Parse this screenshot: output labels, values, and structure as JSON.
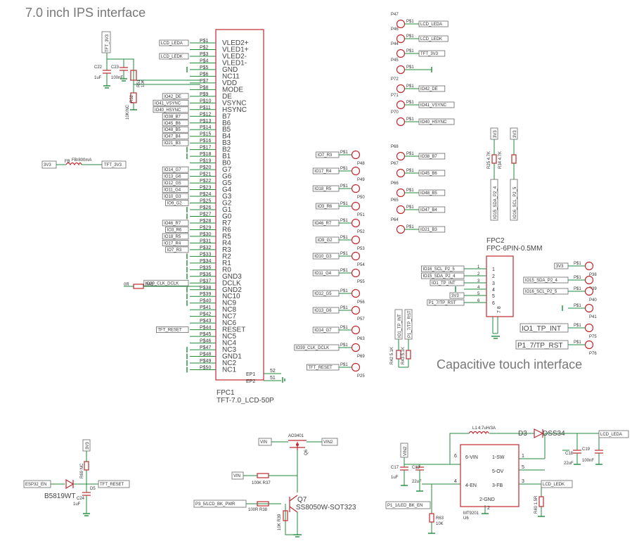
{
  "titles": {
    "ips": "7.0 inch IPS interface",
    "touch": "Capacitive touch interface"
  },
  "fpc1": {
    "ref": "FPC1",
    "value": "TFT-7.0_LCD-50P",
    "pins": [
      "VLED2+",
      "VLED1+",
      "VLED2-",
      "VLED1-",
      "GND",
      "NC11",
      "VDD",
      "MODE",
      "DE",
      "VSYNC",
      "HSYNC",
      "B7",
      "B6",
      "B5",
      "B4",
      "B3",
      "B2",
      "B1",
      "B0",
      "G7",
      "G6",
      "G5",
      "G4",
      "G3",
      "G2",
      "G1",
      "G0",
      "R7",
      "R6",
      "R5",
      "R4",
      "R3",
      "R2",
      "R1",
      "R0",
      "GND3",
      "DCLK",
      "GND2",
      "NC10",
      "NC9",
      "NC8",
      "NC7",
      "NC6",
      "RESET",
      "NC5",
      "NC4",
      "NC3",
      "GND1",
      "NC2",
      "NC1"
    ],
    "ep": [
      "EP1",
      "EP2"
    ],
    "ep_nums": [
      "52",
      "51"
    ],
    "pin_prefix": "P$"
  },
  "fpc1_nets": [
    {
      "pin": 1,
      "net": "LCD_LEDA"
    },
    {
      "pin": 3,
      "net": "LCD_LEDK"
    },
    {
      "pin": 9,
      "net": "IO42_DE"
    },
    {
      "pin": 10,
      "net": "IO41_VSYNC"
    },
    {
      "pin": 11,
      "net": "IO40_HSYNC"
    },
    {
      "pin": 12,
      "net": "IO38_B7"
    },
    {
      "pin": 13,
      "net": "IO45_B6"
    },
    {
      "pin": 14,
      "net": "IO48_B5"
    },
    {
      "pin": 15,
      "net": "IO47_B4"
    },
    {
      "pin": 16,
      "net": "IO21_B3"
    },
    {
      "pin": 20,
      "net": "IO14_G7"
    },
    {
      "pin": 21,
      "net": "IO13_G6"
    },
    {
      "pin": 22,
      "net": "IO12_G5"
    },
    {
      "pin": 23,
      "net": "IO11_G4"
    },
    {
      "pin": 24,
      "net": "IO10_G3"
    },
    {
      "pin": 25,
      "net": "IO9_G2"
    },
    {
      "pin": 28,
      "net": "IO46_R7"
    },
    {
      "pin": 29,
      "net": "IO3_R6"
    },
    {
      "pin": 30,
      "net": "IO18_R5"
    },
    {
      "pin": 31,
      "net": "IO17_R4"
    },
    {
      "pin": 32,
      "net": "IO7_R3"
    },
    {
      "pin": 37,
      "net": "IO39_CLK_DCLK"
    },
    {
      "pin": 44,
      "net": "TFT_RESET"
    }
  ],
  "left_power": {
    "tft3v3": "TFT_3V3",
    "c22": "C22",
    "c22_val": "1uF",
    "c23": "C23",
    "c23_val": "100nF",
    "r51": "R51",
    "r51_val": "10K",
    "r52": "R52",
    "r52_val": "10K/NC",
    "fb_net_in": "3V3",
    "fb_ref": "FB",
    "fb_val": "FB/800mA",
    "fb_net_out": "TFT_3V3",
    "dclk_r": "R41",
    "dclk_r_val": "0R"
  },
  "mid_tps": [
    {
      "net": "IO7_R3",
      "ref": "P48"
    },
    {
      "net": "IO17_R4",
      "ref": "P49"
    },
    {
      "net": "IO18_R5",
      "ref": "P50"
    },
    {
      "net": "IO3_R6",
      "ref": "P51"
    },
    {
      "net": "IO46_R7",
      "ref": "P52"
    },
    {
      "net": "IO9_G2",
      "ref": "P53"
    },
    {
      "net": "IO10_G3",
      "ref": "P54"
    },
    {
      "net": "IO11_G4",
      "ref": "P55"
    },
    {
      "net": "IO12_G5",
      "ref": "P56"
    },
    {
      "net": "IO13_G6",
      "ref": "P57"
    },
    {
      "net": "IO14_G7",
      "ref": "P63"
    },
    {
      "net": "IO39_CLK_DCLK",
      "ref": "P69"
    },
    {
      "net": "TFT_RESET",
      "ref": "P25"
    }
  ],
  "top_right_tps": [
    {
      "ref": "P47",
      "net": "LCD_LEDA"
    },
    {
      "ref": "P46",
      "net": "LCD_LEDK"
    },
    {
      "ref": "P44",
      "net": "TFT_3V3"
    },
    {
      "ref": "P45",
      "net": ""
    },
    {
      "ref": "P72",
      "net": "IO42_DE"
    },
    {
      "ref": "P71",
      "net": "IO41_VSYNC"
    },
    {
      "ref": "P70",
      "net": "IO40_HSYNC"
    },
    {
      "ref": "P68",
      "net": "IO38_B7"
    },
    {
      "ref": "P67",
      "net": "IO45_B6"
    },
    {
      "ref": "P66",
      "net": "IO48_B5"
    },
    {
      "ref": "P65",
      "net": "IO47_B4"
    },
    {
      "ref": "P64",
      "net": "IO21_B3"
    }
  ],
  "i2c_pullups": {
    "r25": "R25 4.7K",
    "r34": "R34 4.7K",
    "net_a": "3V3",
    "net_b": "3V3",
    "sda": "IO15_SDA_P2_4",
    "scl": "IO16_SCL_P2_5"
  },
  "fpc2": {
    "ref": "FPC2",
    "value": "FPC-6PIN-0.5MM",
    "nets": [
      "IO16_SCL_P2_5",
      "IO15_SDA_P2_4",
      "IO1_TP_INT",
      "",
      "3V3",
      "P1_7/TP_RST"
    ],
    "pin_nums": [
      "1",
      "2",
      "3",
      "4",
      "5",
      "6"
    ],
    "extra": "7 8"
  },
  "touch_tps": [
    {
      "net": "3V3",
      "ref": "P38"
    },
    {
      "net": "IO15_SDA_P2_4",
      "ref": "P39"
    },
    {
      "net": "IO16_SCL_P2_5",
      "ref": "P40"
    },
    {
      "net": "",
      "ref": "P41"
    },
    {
      "net": "IO1_TP_INT",
      "ref": "P75"
    },
    {
      "net": "P1_7/TP_RST",
      "ref": "P76"
    }
  ],
  "touch_pulls": {
    "net1": "IO1_TP_INT",
    "net2": "P1_7/TP_RST",
    "r42": "R42 5.1K",
    "r43": "R43 5.1K"
  },
  "esp_diode": {
    "net_3v3": "3V3",
    "net_en": "ESP32_EN",
    "net_reset": "TFT_RESET",
    "diode": "B5819WT",
    "d_ref": "D5",
    "r": "R69 NC",
    "c": "C24",
    "c_val": "1uF"
  },
  "backlight": {
    "vin": "VIN",
    "vin2": "VIN2",
    "q6": "AO3401",
    "q6_ref": "Q6",
    "r37": "100K R37",
    "q7": "Q7",
    "q7_val": "SS8050W-SOT323",
    "pwr_net": "P3_5/LCD_BK_PWR",
    "r38": "100R R38",
    "r39": "10K R39"
  },
  "boost": {
    "vin2": "VIN2",
    "l": "4.7uH/3A",
    "l_ref": "L1",
    "d3": "D3",
    "d3_val": "DSS34",
    "leda": "LCD_LEDA",
    "ledk": "LCD_LEDK",
    "ic": "MT9201",
    "ic_ref": "U6",
    "pins": [
      "6-VIN",
      "1-SW",
      "5-OV",
      "4-EN",
      "3-FB",
      "2-GND"
    ],
    "pin_nums": [
      "6",
      "1",
      "5",
      "4",
      "3",
      "2"
    ],
    "c17": "C17",
    "c17_val": "1uF",
    "c13": "C13",
    "c13_val": "22uF",
    "c18": "C18",
    "c18_val": "22uF",
    "c19": "C19",
    "c19_val": "100nF",
    "en_net": "P1_1/LED_BK_EN",
    "r63": "R63",
    "r63_val": "10K",
    "r40": "R40 1.5R"
  }
}
